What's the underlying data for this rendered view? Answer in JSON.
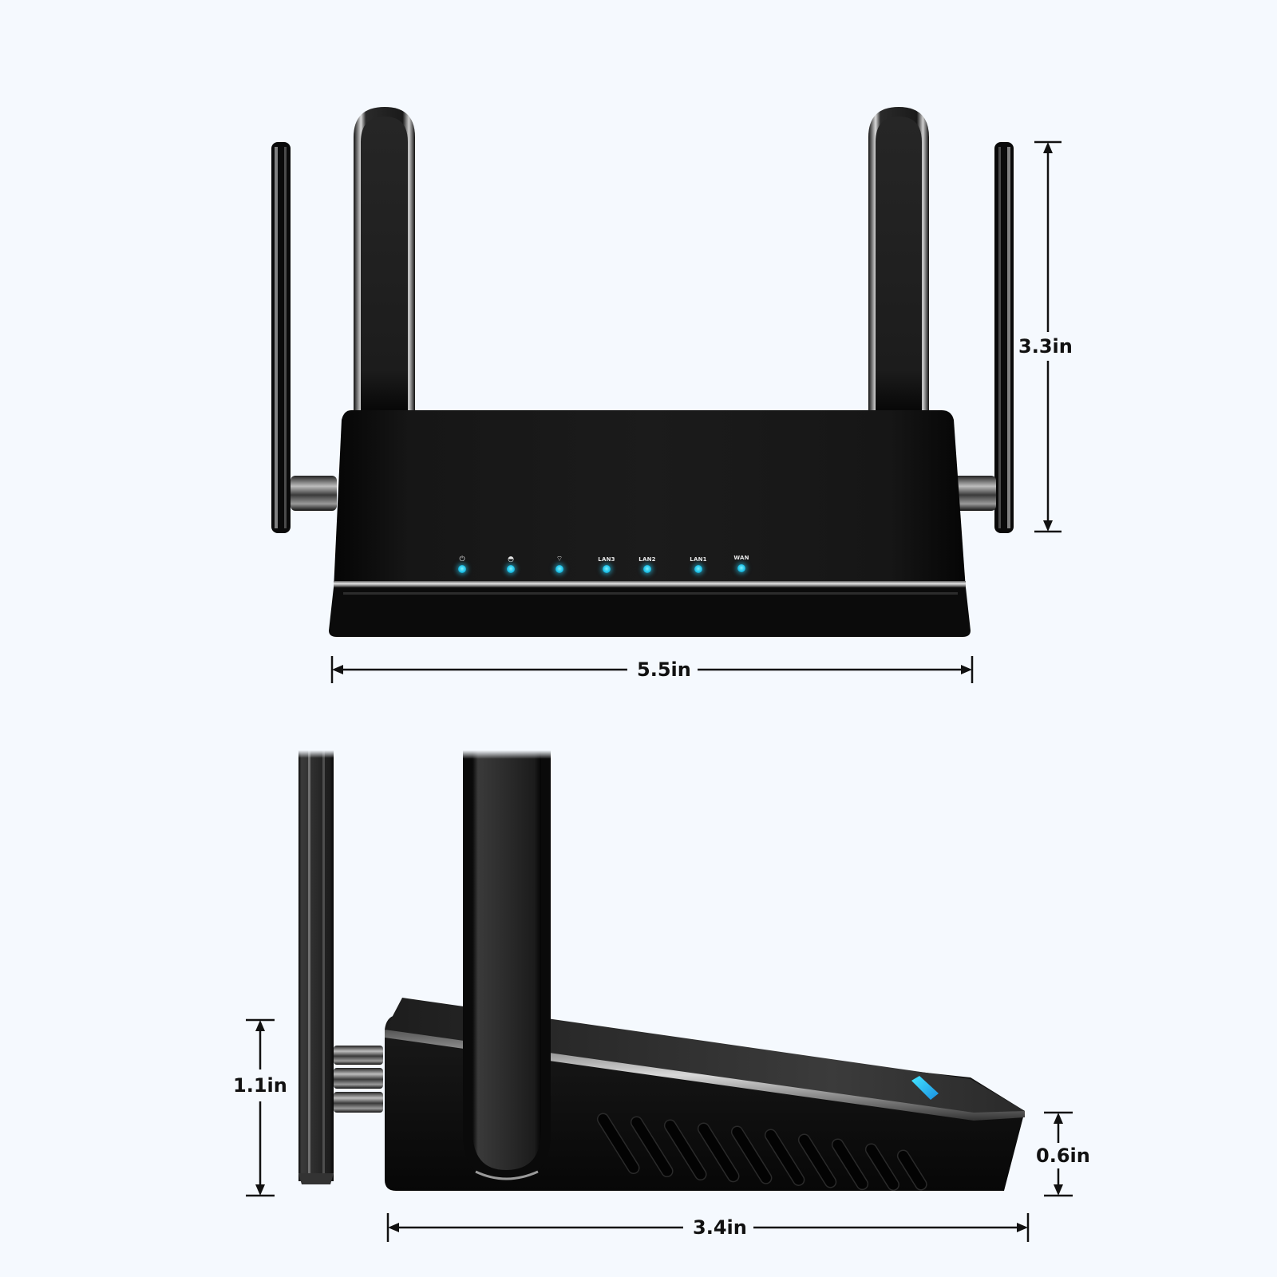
{
  "figure": {
    "subject": "Wi-Fi router with four external antennas",
    "views": [
      "front",
      "side"
    ]
  },
  "colors": {
    "background": "#F5F9FE",
    "device_body": "#0d0d0d",
    "led": "#1fc2e8",
    "dimension_line": "#111111"
  },
  "front_view": {
    "dimensions": {
      "width": {
        "label": "5.5in",
        "value": 5.5,
        "unit": "in"
      },
      "height": {
        "label": "3.3in",
        "value": 3.3,
        "unit": "in"
      }
    },
    "indicator_leds": [
      {
        "icon": "power-icon",
        "glyph": "⏻",
        "label": ""
      },
      {
        "icon": "internet-icon",
        "glyph": "◓",
        "label": ""
      },
      {
        "icon": "wifi-icon",
        "glyph": "⌔",
        "label": ""
      },
      {
        "icon": "",
        "glyph": "",
        "label": "LAN3"
      },
      {
        "icon": "",
        "glyph": "",
        "label": "LAN2"
      },
      {
        "icon": "",
        "glyph": "",
        "label": "LAN1"
      },
      {
        "icon": "",
        "glyph": "",
        "label": "WAN"
      }
    ],
    "antenna_count": 4
  },
  "side_view": {
    "dimensions": {
      "depth": {
        "label": "3.4in",
        "value": 3.4,
        "unit": "in"
      },
      "rear_height": {
        "label": "1.1in",
        "value": 1.1,
        "unit": "in"
      },
      "front_height": {
        "label": "0.6in",
        "value": 0.6,
        "unit": "in"
      }
    },
    "vent_slots": 10
  }
}
